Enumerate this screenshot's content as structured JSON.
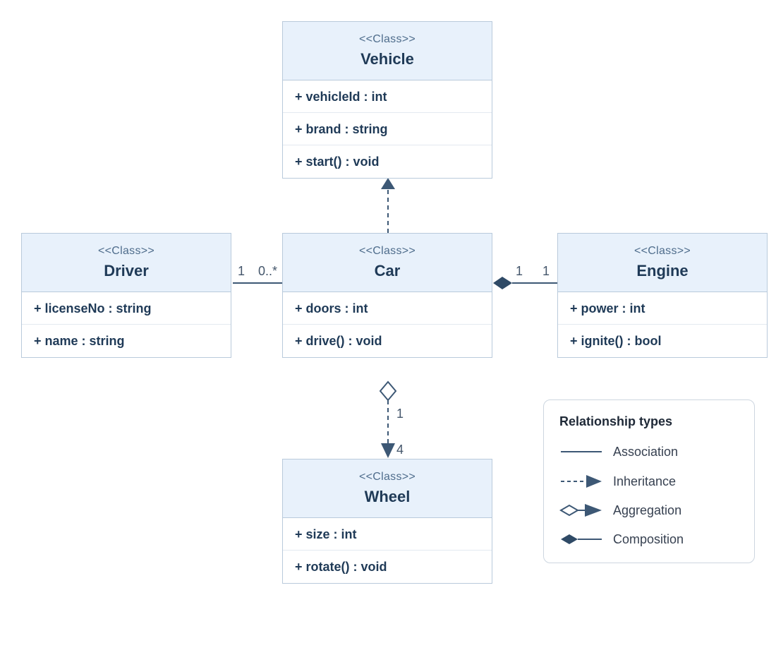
{
  "classes": {
    "vehicle": {
      "stereotype": "<<Class>>",
      "name": "Vehicle",
      "members": [
        "+ vehicleId : int",
        "+ brand : string",
        "+ start() : void"
      ]
    },
    "driver": {
      "stereotype": "<<Class>>",
      "name": "Driver",
      "members": [
        "+ licenseNo : string",
        "+ name : string"
      ]
    },
    "car": {
      "stereotype": "<<Class>>",
      "name": "Car",
      "members": [
        "+ doors : int",
        "+ drive() : void"
      ]
    },
    "engine": {
      "stereotype": "<<Class>>",
      "name": "Engine",
      "members": [
        "+ power : int",
        "+ ignite() : bool"
      ]
    },
    "wheel": {
      "stereotype": "<<Class>>",
      "name": "Wheel",
      "members": [
        "+ size : int",
        "+ rotate() : void"
      ]
    }
  },
  "relationships": [
    {
      "from": "Car",
      "to": "Vehicle",
      "type": "Inheritance"
    },
    {
      "from": "Driver",
      "to": "Car",
      "type": "Association",
      "multiplicity_from": "1",
      "multiplicity_to": "0..*"
    },
    {
      "from": "Car",
      "to": "Engine",
      "type": "Composition",
      "multiplicity_from": "1",
      "multiplicity_to": "1"
    },
    {
      "from": "Car",
      "to": "Wheel",
      "type": "Aggregation",
      "multiplicity_from": "1",
      "multiplicity_to": "4"
    }
  ],
  "multiplicities": {
    "driver_car_left": "1",
    "driver_car_right": "0..*",
    "car_engine_left": "1",
    "car_engine_right": "1",
    "car_wheel_top": "1",
    "car_wheel_bottom": "4"
  },
  "legend": {
    "title": "Relationship types",
    "items": [
      "Association",
      "Inheritance",
      "Aggregation",
      "Composition"
    ]
  },
  "colors": {
    "header_fill": "#e8f1fb",
    "border": "#b9cadb",
    "line": "#3d5875",
    "text": "#1f3a57"
  }
}
